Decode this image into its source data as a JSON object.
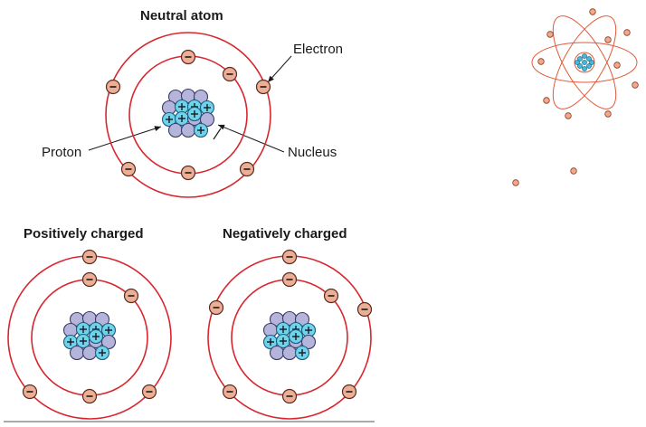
{
  "titles": {
    "neutral": "Neutral atom",
    "positive": "Positively charged",
    "negative": "Negatively charged"
  },
  "callouts": {
    "electron": "Electron",
    "proton": "Proton",
    "nucleus": "Nucleus"
  },
  "symbols": {
    "electron": "−",
    "proton": "+"
  },
  "colors": {
    "orbit": "#d8262e",
    "electron_fill": "#ecae95",
    "electron_stroke": "#5a2a20",
    "proton_fill": "#6fd3ee",
    "proton_stroke": "#1f5f78",
    "neutron_fill": "#b5b5dc",
    "neutron_stroke": "#3c3c6a",
    "small_orbit": "#e05a3a",
    "small_electron": "#f4a88a",
    "small_nucleus": "#45b8dc"
  }
}
